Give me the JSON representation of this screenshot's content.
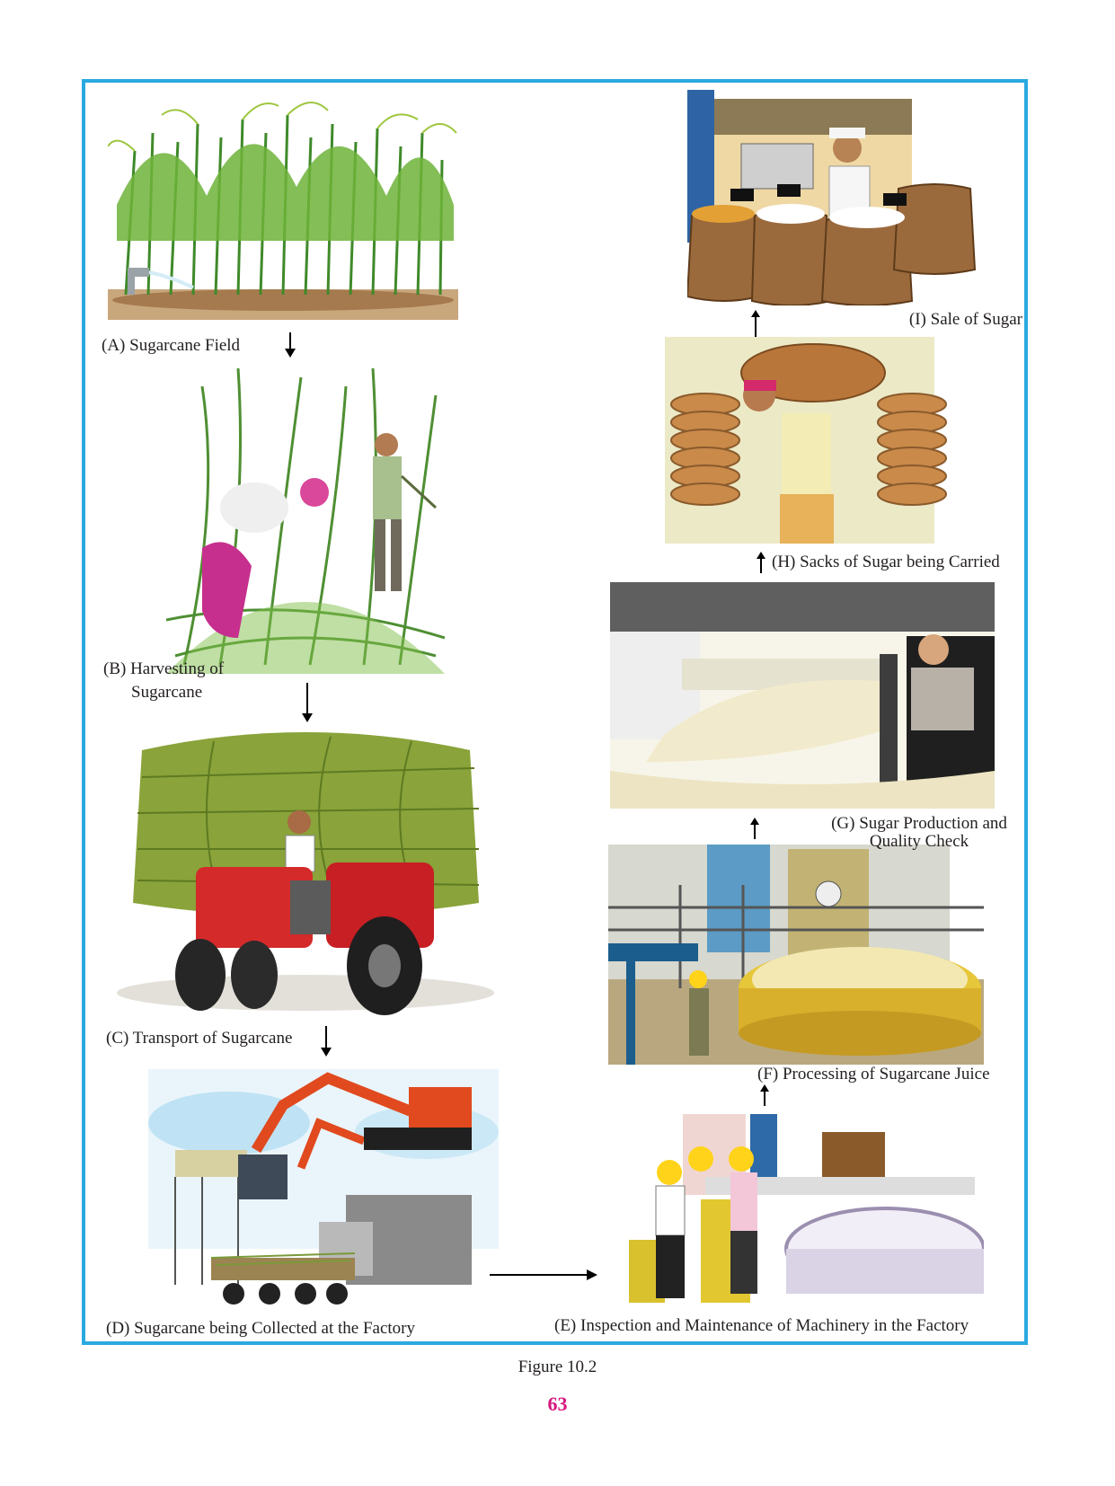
{
  "panels": {
    "a": {
      "caption": "(A) Sugarcane Field"
    },
    "b": {
      "caption_line1": "(B) Harvesting of",
      "caption_line2": "Sugarcane"
    },
    "c": {
      "caption": "(C) Transport of Sugarcane"
    },
    "d": {
      "caption": "(D) Sugarcane being Collected at the Factory"
    },
    "e": {
      "caption": "(E) Inspection and Maintenance of Machinery in the Factory"
    },
    "f": {
      "caption": "(F) Processing of Sugarcane Juice"
    },
    "g": {
      "caption_line1": "(G) Sugar Production and",
      "caption_line2": "Quality Check"
    },
    "h": {
      "caption": "(H) Sacks of Sugar being Carried"
    },
    "i": {
      "caption": "(I) Sale of Sugar"
    }
  },
  "figure_label": "Figure 10.2",
  "page_number": "63",
  "colors": {
    "frame": "#29a9e0",
    "page_number": "#d6187f",
    "text": "#231f20"
  }
}
